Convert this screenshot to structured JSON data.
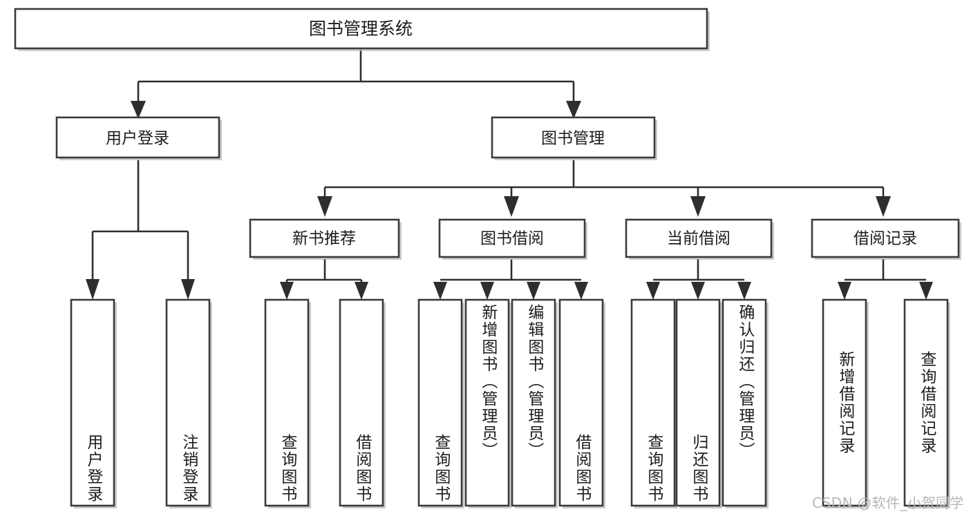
{
  "diagram": {
    "type": "tree-hierarchy-chart",
    "title": "图书管理系统",
    "orientation": "top-down",
    "watermark": "CSDN @软件_小贺同学",
    "colors": {
      "node_fill": "#ffffff",
      "node_stroke": "#3a3a3a",
      "link_stroke": "#2e2e2e",
      "text": "#1c1c1c",
      "watermark": "#b6b6b6",
      "background": "#ffffff"
    },
    "root": {
      "id": "root",
      "label": "图书管理系统"
    },
    "level1": [
      {
        "id": "user-login",
        "label": "用户登录"
      },
      {
        "id": "book-manage",
        "label": "图书管理"
      }
    ],
    "level2": [
      {
        "id": "new-book-recommend",
        "label": "新书推荐",
        "parent": "book-manage"
      },
      {
        "id": "book-borrow",
        "label": "图书借阅",
        "parent": "book-manage"
      },
      {
        "id": "current-borrow",
        "label": "当前借阅",
        "parent": "book-manage"
      },
      {
        "id": "borrow-record",
        "label": "借阅记录",
        "parent": "book-manage"
      }
    ],
    "leaves": {
      "user-login": [
        {
          "id": "leaf-user-login",
          "label": "用户登录"
        },
        {
          "id": "leaf-user-logout",
          "label": "注销登录"
        }
      ],
      "new-book-recommend": [
        {
          "id": "leaf-query-book-1",
          "label": "查询图书"
        },
        {
          "id": "leaf-borrow-book-1",
          "label": "借阅图书"
        }
      ],
      "book-borrow": [
        {
          "id": "leaf-query-book-2",
          "label": "查询图书"
        },
        {
          "id": "leaf-add-book",
          "label": "新增图书（管理员）"
        },
        {
          "id": "leaf-edit-book",
          "label": "编辑图书（管理员）"
        },
        {
          "id": "leaf-borrow-book-2",
          "label": "借阅图书"
        }
      ],
      "current-borrow": [
        {
          "id": "leaf-query-book-3",
          "label": "查询图书"
        },
        {
          "id": "leaf-return-book",
          "label": "归还图书"
        },
        {
          "id": "leaf-confirm-return",
          "label": "确认归还（管理员）"
        }
      ],
      "borrow-record": [
        {
          "id": "leaf-add-record",
          "label": "新增借阅记录"
        },
        {
          "id": "leaf-query-record",
          "label": "查询借阅记录"
        }
      ]
    }
  }
}
